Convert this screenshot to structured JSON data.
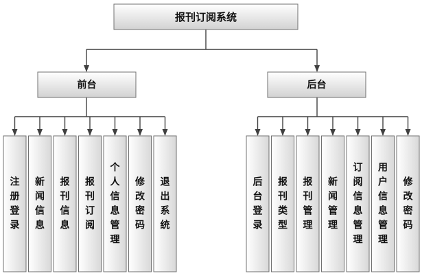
{
  "root": {
    "label": "报刊订阅系统"
  },
  "branches": [
    {
      "label": "前台",
      "children": [
        "注册登录",
        "新闻信息",
        "报刊信息",
        "报刊订阅",
        "个人信息管理",
        "修改密码",
        "退出系统"
      ]
    },
    {
      "label": "后台",
      "children": [
        "后台登录",
        "报刊类型",
        "报刊管理",
        "新闻管理",
        "订阅信息管理",
        "用户信息管理",
        "修改密码"
      ]
    }
  ],
  "colors": {
    "box_fill_top": "#ffffff",
    "box_fill_bottom": "#d2d2d2",
    "box_border": "#707070",
    "connector": "#404040",
    "text": "#111111"
  }
}
